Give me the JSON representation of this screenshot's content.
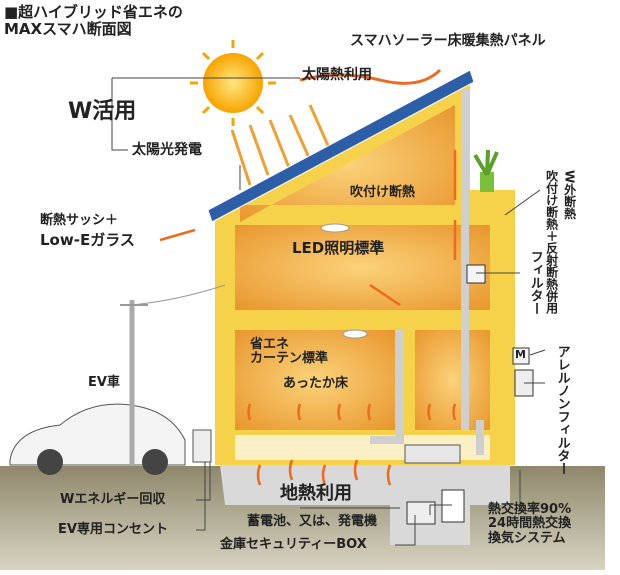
{
  "title": [
    "■超ハイブリッド省エネの",
    "MAXスマハ断面図"
  ],
  "labels": {
    "solar_heat_panel": "スマハソーラー床暖集熱パネル",
    "solar_heat_use": "太陽熱利用",
    "w_use": "W活用",
    "solar_power": "太陽光発電",
    "spray_insulation": "吹付け断熱",
    "sash": "断熱サッシ＋",
    "low_e": "Low-Eガラス",
    "led": "LED照明標準",
    "eco_curtain_1": "省エネ",
    "eco_curtain_2": "カーテン標準",
    "warm_floor": "あったか床",
    "ev_car": "EV車",
    "w_energy": "Wエネルギー回収",
    "ev_outlet": "EV専用コンセント",
    "geothermal": "地熱利用",
    "battery": "蓄電池、又は、発電機",
    "safe_box": "金庫セキュリティーBOX",
    "heat_exchange_1": "熱交換率90%",
    "heat_exchange_2": "24時間熱交換",
    "heat_exchange_3": "換気システム",
    "w_insulation_a": "W外断熱",
    "w_insulation_b": "吹付け断熱＋反射断熱併用",
    "filter": "フィルター",
    "allergen_filter": "アレルノンフィルター",
    "motor": "M"
  },
  "colors": {
    "house": "#f6d24a",
    "room": "#eea33a",
    "panel": "#2d5ea8",
    "ground": "#9b9478",
    "duct": "#d9d9d9",
    "arrow": "#ee6a1e"
  }
}
